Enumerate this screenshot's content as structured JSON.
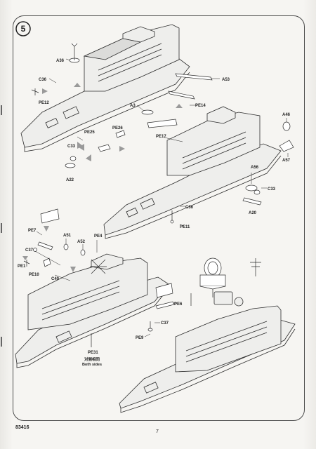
{
  "page": {
    "catalog_number": "83416",
    "page_number": "7",
    "step_number": "5"
  },
  "labels": {
    "a36": "A36",
    "c36_top": "C36",
    "pe12": "PE12",
    "a53": "A53",
    "a3": "A3",
    "pe14": "PE14",
    "a46": "A46",
    "pe17": "PE17",
    "a57": "A57",
    "pe25": "PE25",
    "pe26": "PE26",
    "c33_left": "C33",
    "a22": "A22",
    "a56": "A56",
    "c33_right": "C33",
    "a20": "A20",
    "c36_mid": "C36",
    "pe11": "PE11",
    "pe7": "PE7",
    "a51": "A51",
    "a52": "A52",
    "pe4": "PE4",
    "c37_left": "C37",
    "pe1": "PE1",
    "pe10": "PE10",
    "c40": "C40",
    "pe6": "PE6",
    "c37_right": "C37",
    "pe9": "PE9",
    "pe31": "PE31"
  },
  "notes": {
    "both_sides_cn": "对侧相同",
    "both_sides_en": "Both sides"
  }
}
